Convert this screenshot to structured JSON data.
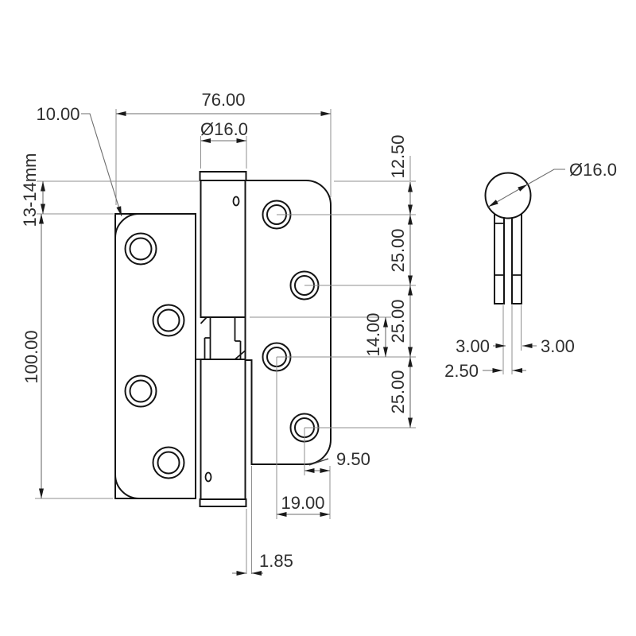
{
  "drawing": {
    "type": "hinge-technical-drawing",
    "main_view": {
      "dim_overall_width": "76.00",
      "dim_knuckle_diameter": "Ø16.0",
      "dim_corner_radius": "10.00",
      "dim_top_offset": "13-14mm",
      "dim_overall_height": "100.00",
      "dim_hole_top": "12.50",
      "dim_hole_pitch_1": "25.00",
      "dim_hole_pitch_2": "25.00",
      "dim_hole_pitch_3": "25.00",
      "dim_pin_engagement": "14.00",
      "dim_hole_edge": "9.50",
      "dim_hole_center_edge": "19.00",
      "dim_knuckle_gap": "1.85"
    },
    "detail_view": {
      "dim_pin_diameter": "Ø16.0",
      "dim_left_leaf_thickness": "3.00",
      "dim_right_leaf_thickness": "3.00",
      "dim_leaf_gap": "2.50"
    },
    "colors": {
      "outline": "#141414",
      "dimension_lines": "#8f8f8f",
      "text": "#2e2e2e",
      "background": "#ffffff"
    }
  }
}
